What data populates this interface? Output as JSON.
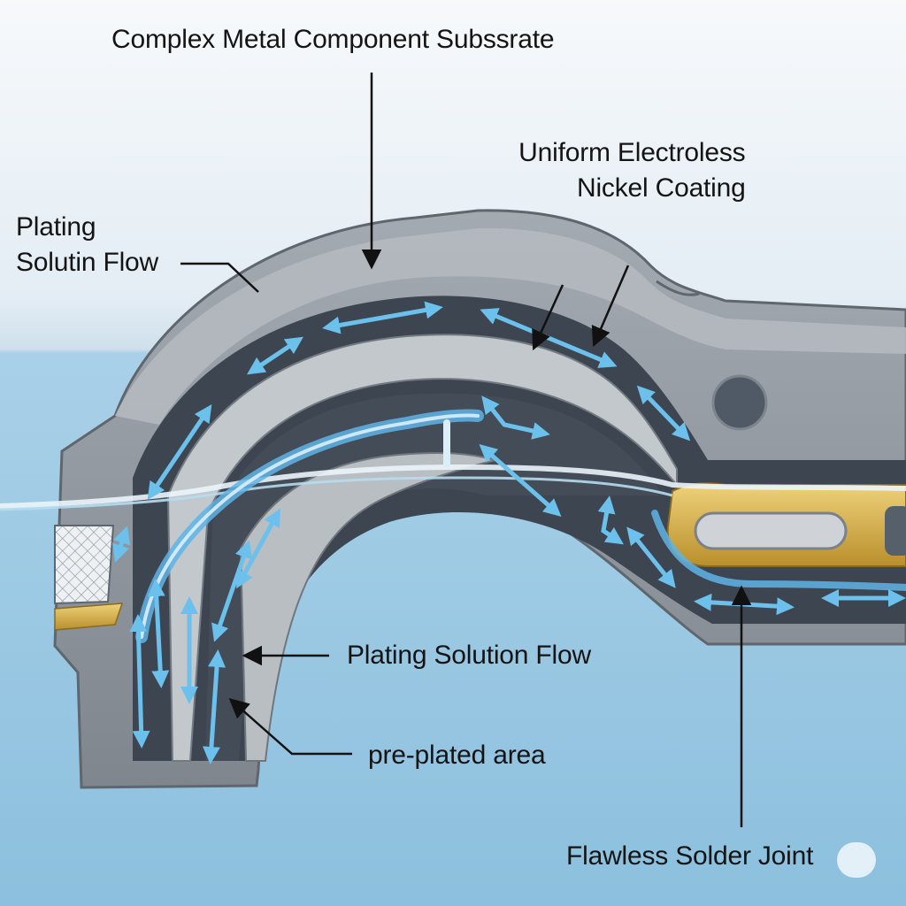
{
  "labels": {
    "substrate": "Complex Metal Component Subssrate",
    "coating_line1": "Uniform Electroless",
    "coating_line2": "Nickel Coating",
    "flow_left_line1": "Plating",
    "flow_left_line2": "Solutin Flow",
    "flow_mid": "Plating Solution Flow",
    "preplated": "pre-plated area",
    "solder": "Flawless Solder Joint"
  },
  "colors": {
    "background_top": "#f4f7fa",
    "background_water": "#8ec3e0",
    "metal_outer": "#8e949b",
    "metal_face": "#b7bcc2",
    "channel_dark": "#3e4650",
    "flow_arrow": "#63b7e6",
    "solder_gold": "#d8b24a",
    "text": "#141414"
  }
}
